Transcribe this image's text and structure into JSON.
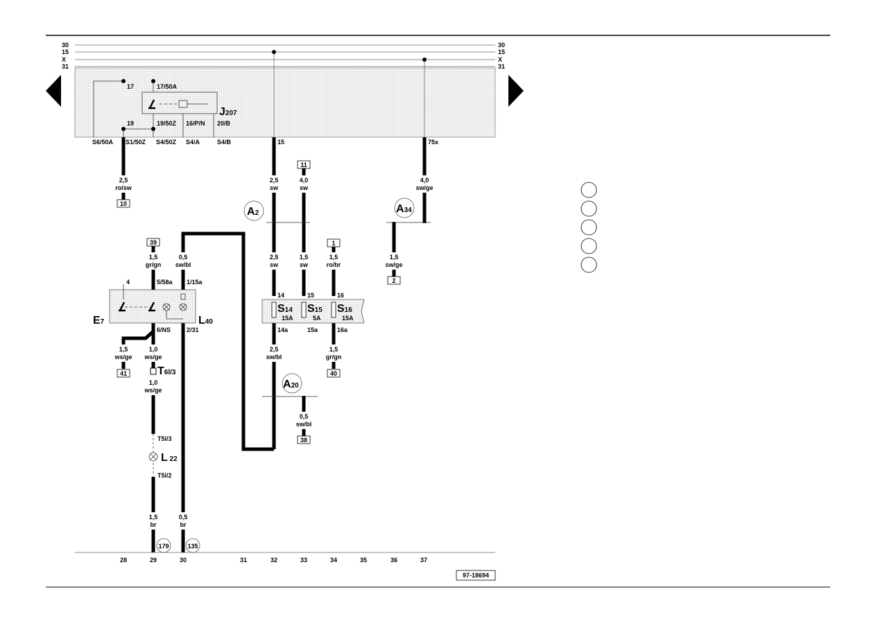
{
  "rails": [
    "30",
    "15",
    "X",
    "31"
  ],
  "relay": {
    "name": "J",
    "sub": "207",
    "top_pins": [
      "17",
      "17/50A"
    ],
    "bottom_pins": [
      "19",
      "19/50Z",
      "16/P/N",
      "20/B"
    ],
    "connectors": [
      "S6/50A",
      "S1/50Z",
      "S4/50Z",
      "S4/A",
      "S4/B",
      "15",
      "75x"
    ]
  },
  "wires": [
    {
      "size": "2,5",
      "color": "ro/sw",
      "ref": "10"
    },
    {
      "size": "2,5",
      "color": "sw"
    },
    {
      "size": "4,0",
      "color": "sw",
      "ref": "11"
    },
    {
      "size": "4,0",
      "color": "sw/ge"
    },
    {
      "size": "2,5",
      "color": "sw"
    },
    {
      "size": "1,5",
      "color": "sw"
    },
    {
      "size": "1,5",
      "color": "ro/br",
      "ref": "1"
    },
    {
      "size": "1,5",
      "color": "sw/ge",
      "ref": "2"
    },
    {
      "size": "1,5",
      "color": "gr/gn",
      "ref": "39"
    },
    {
      "size": "0,5",
      "color": "sw/bl"
    },
    {
      "size": "1,5",
      "color": "ws/ge",
      "ref": "41"
    },
    {
      "size": "1,0",
      "color": "ws/ge"
    },
    {
      "size": "1,0",
      "color": "ws/ge"
    },
    {
      "size": "2,5",
      "color": "sw/bl"
    },
    {
      "size": "1,5",
      "color": "gr/gn",
      "ref": "40"
    },
    {
      "size": "0,5",
      "color": "sw/bl",
      "ref": "38"
    },
    {
      "size": "1,5",
      "color": "br",
      "ref": "179"
    },
    {
      "size": "0,5",
      "color": "br",
      "ref": "135"
    }
  ],
  "fuses": [
    {
      "name": "S",
      "sub": "14",
      "amp": "15A",
      "top": "14",
      "bottom": "14a"
    },
    {
      "name": "S",
      "sub": "15",
      "amp": "5A",
      "top": "15",
      "bottom": "15a"
    },
    {
      "name": "S",
      "sub": "16",
      "amp": "15A",
      "top": "16",
      "bottom": "16a"
    }
  ],
  "switch_e7": {
    "name": "E",
    "sub": "7",
    "pins": [
      "4",
      "5/58a",
      "6/NS"
    ]
  },
  "lamp_l40": {
    "name": "L",
    "sub": "40",
    "pins": [
      "1/15a",
      "2/31"
    ]
  },
  "lamp_l22": {
    "name": "L",
    "sub": " 22",
    "pins": [
      "T5l/3",
      "T5l/2"
    ]
  },
  "connector_t6": {
    "name": "T",
    "sub": "6l/3"
  },
  "splices": [
    {
      "name": "A",
      "sub": "2"
    },
    {
      "name": "A",
      "sub": "34"
    },
    {
      "name": "A",
      "sub": "20"
    }
  ],
  "tracks": [
    "28",
    "29",
    "30",
    "31",
    "32",
    "33",
    "34",
    "35",
    "36",
    "37"
  ],
  "doc_code": "97-18694"
}
